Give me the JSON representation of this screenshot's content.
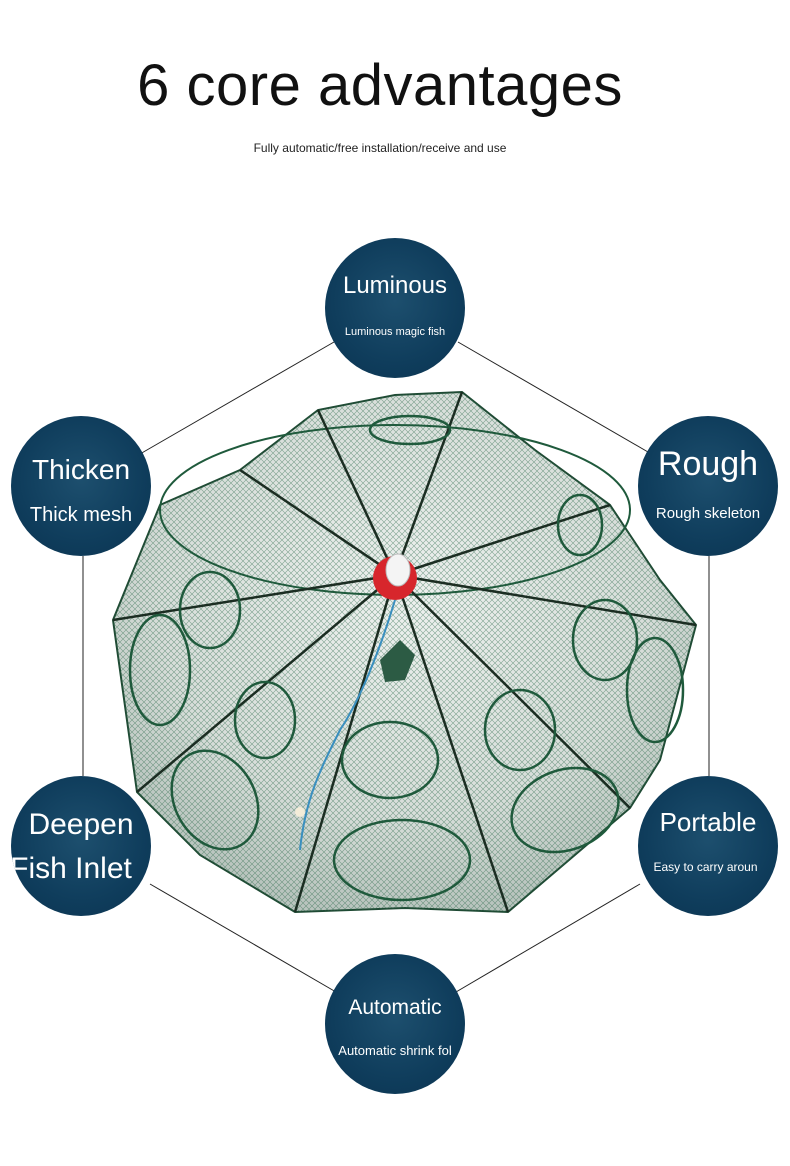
{
  "header": {
    "title": "6 core advantages",
    "subtitle": "Fully automatic/free installation/receive and use"
  },
  "product": {
    "mesh_color": "#1f5a3c",
    "hub_color": "#d7262c"
  },
  "colors": {
    "badge": "#0f3d5c",
    "text": "#ffffff",
    "line": "#222222"
  },
  "features": [
    {
      "title": "Luminous",
      "caption": "Luminous magic fish"
    },
    {
      "title": "Thicken",
      "caption": "Thick mesh"
    },
    {
      "title": "Rough",
      "caption": "Rough skeleton"
    },
    {
      "title": "Deepen",
      "caption": "Fish Inlet"
    },
    {
      "title": "Portable",
      "caption": "Easy to carry aroun"
    },
    {
      "title": "Automatic",
      "caption": "Automatic shrink fol"
    }
  ]
}
